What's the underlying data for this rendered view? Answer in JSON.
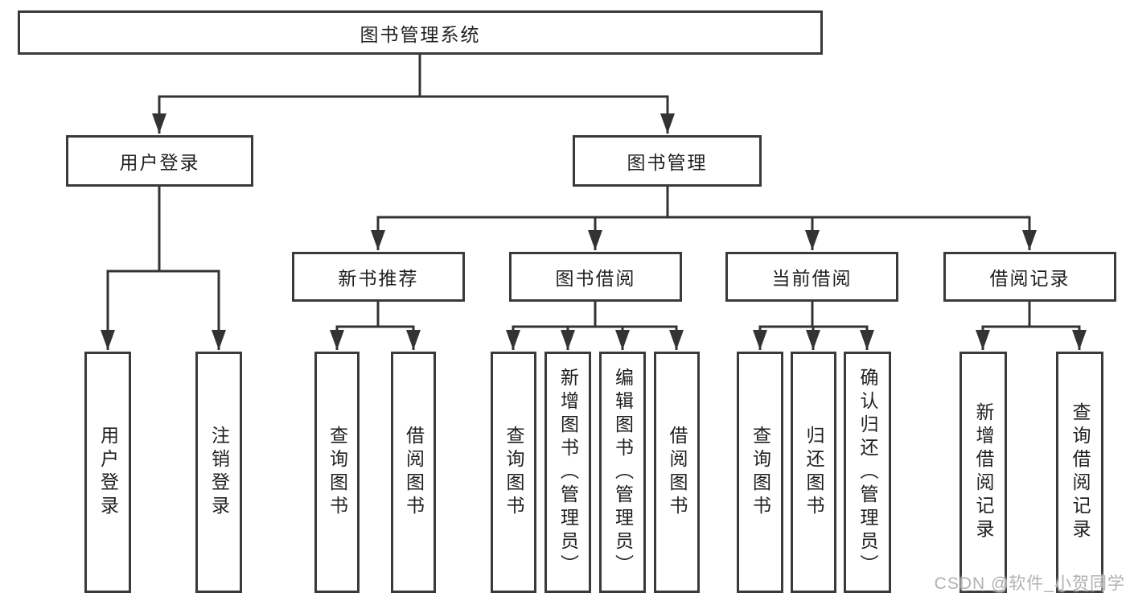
{
  "colors": {
    "connector_line": "#333333",
    "box_border": "#3a3a3a",
    "node_text": "#1f1f1f",
    "watermark_text": "#adadad"
  },
  "diagram": {
    "root": "图书管理系统",
    "branches": [
      {
        "label": "用户登录",
        "children": [
          "用户登录",
          "注销登录"
        ]
      },
      {
        "label": "图书管理",
        "groups": [
          {
            "label": "新书推荐",
            "children": [
              "查询图书",
              "借阅图书"
            ]
          },
          {
            "label": "图书借阅",
            "children": [
              "查询图书",
              "新增图书（管理员）",
              "编辑图书（管理员）",
              "借阅图书"
            ]
          },
          {
            "label": "当前借阅",
            "children": [
              "查询图书",
              "归还图书",
              "确认归还（管理员）"
            ]
          },
          {
            "label": "借阅记录",
            "children": [
              "新增借阅记录",
              "查询借阅记录"
            ]
          }
        ]
      }
    ]
  },
  "watermark": "CSDN @软件_小贺同学"
}
